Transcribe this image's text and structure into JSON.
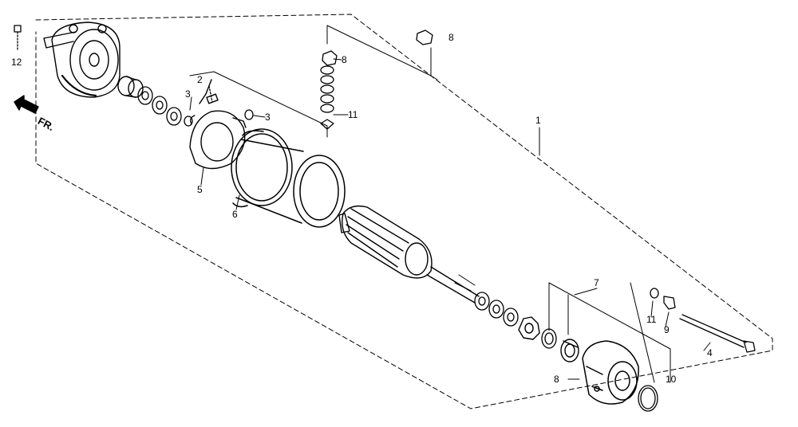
{
  "diagram": {
    "front_label": "FR.",
    "callouts": [
      {
        "id": "c12",
        "text": "12"
      },
      {
        "id": "c2",
        "text": "2"
      },
      {
        "id": "c3a",
        "text": "3"
      },
      {
        "id": "c3b",
        "text": "3"
      },
      {
        "id": "c5",
        "text": "5"
      },
      {
        "id": "c6",
        "text": "6"
      },
      {
        "id": "c8a",
        "text": "8"
      },
      {
        "id": "c8b",
        "text": "8"
      },
      {
        "id": "c11a",
        "text": "11"
      },
      {
        "id": "c1",
        "text": "1"
      },
      {
        "id": "c7",
        "text": "7"
      },
      {
        "id": "c11b",
        "text": "11"
      },
      {
        "id": "c9",
        "text": "9"
      },
      {
        "id": "c4",
        "text": "4"
      },
      {
        "id": "c10",
        "text": "10"
      },
      {
        "id": "c8c",
        "text": "8"
      }
    ]
  }
}
